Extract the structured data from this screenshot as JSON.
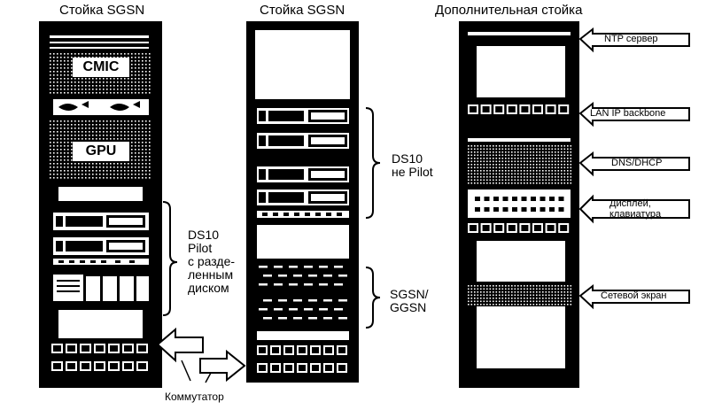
{
  "titles": {
    "rack1": "Стойка SGSN",
    "rack2": "Стойка SGSN",
    "rack3": "Дополнительная стойка"
  },
  "rack1": {
    "cmic": "CMIC",
    "gpu": "GPU"
  },
  "labels": {
    "ds10_pilot": [
      "DS10",
      "Pilot",
      "с разде-",
      "ленным",
      "диском"
    ],
    "ds10_not_pilot": [
      "DS10",
      "не Pilot"
    ],
    "sgsn_ggsn": [
      "SGSN/",
      "GGSN"
    ],
    "switch": "Коммутатор"
  },
  "rack3_arrows": {
    "ntp": "NTP сервер",
    "lan": "LAN IP backbone",
    "dns": "DNS/DHCP",
    "display": [
      "Дисплей,",
      "клавиатура"
    ],
    "firewall": "Сетевой экран"
  }
}
